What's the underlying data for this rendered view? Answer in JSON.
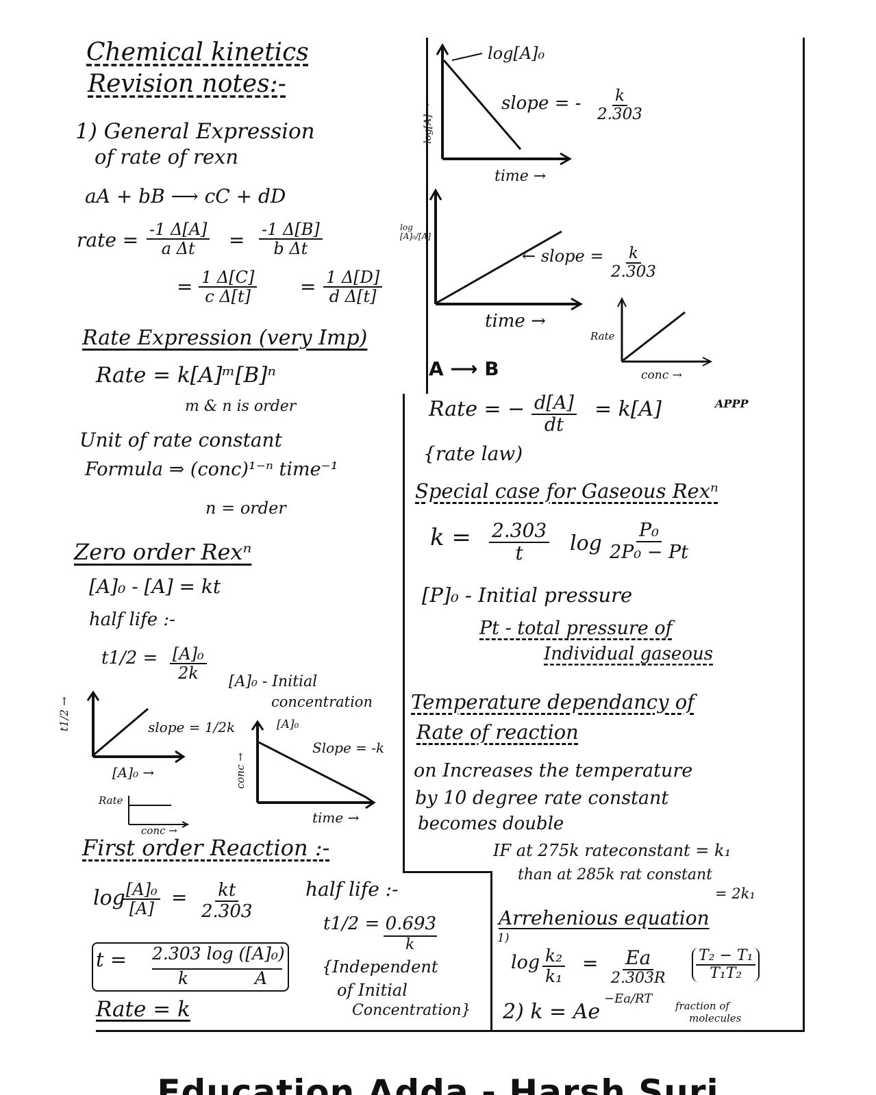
{
  "left": {
    "title_1": "Chemical kinetics",
    "title_2": "Revision notes:-",
    "sec1_line1": "1) General Expression",
    "sec1_line2": "of rate of rexn",
    "reaction": "aA + bB ⟶ cC + dD",
    "rate_prefix": "rate =",
    "rate_frac1_num": "-1 Δ[A]",
    "rate_frac1_den": "a Δt",
    "rate_frac2_num": "-1 Δ[B]",
    "rate_frac2_den": "b Δt",
    "rate_frac3_num": "1 Δ[C]",
    "rate_frac3_den": "c Δ[t]",
    "rate_frac4_num": "1 Δ[D]",
    "rate_frac4_den": "d Δ[t]",
    "eq_sign": "=",
    "rate_expr_heading": "Rate Expression (very Imp)",
    "rate_expr": "Rate = k[A]ᵐ[B]ⁿ",
    "order_note": "m & n is order",
    "unit_heading": "Unit of rate constant",
    "unit_formula": "Formula ⇒ (conc)¹⁻ⁿ time⁻¹",
    "n_order": "n = order",
    "zero_heading": "Zero order Rexⁿ",
    "zero_eq": "[A]₀ - [A] = kt",
    "half_life": "half life :-",
    "t_half": "t1/2 =",
    "t_half_num": "[A]₀",
    "t_half_den": "2k",
    "initial_note_1": "[A]₀ - Initial",
    "initial_note_2": "concentration",
    "g1_ylabel": "t1/2 →",
    "g1_slope": "slope = 1/2k",
    "g1_xlabel": "[A]₀ →",
    "g2_top": "[A]₀",
    "g2_ylabel": "conc →",
    "g2_slope": "Slope = -k",
    "g2_xlabel": "time →",
    "g3_ylabel": "Rate",
    "g3_xlabel": "conc →",
    "first_heading": "First order Reaction :-",
    "log_prefix": "log",
    "first_log_num": "[A]₀",
    "first_log_den": "[A]",
    "first_rhs_num": "kt",
    "first_rhs_den": "2.303",
    "t_eq_prefix": "t =",
    "t_eq_num": "2.303 log ([A]₀)",
    "t_eq_den_left": "k",
    "t_eq_den_right": "A",
    "rate_k": "Rate = k"
  },
  "middle": {
    "half_life": "half life :-",
    "t_half": "t1/2 = 0.693",
    "t_half_den": "k",
    "indep_1": "{Independent",
    "indep_2": "of Initial",
    "indep_3": "Concentration}"
  },
  "right": {
    "g1_top": "log[A]₀",
    "g1_ylabel": "log[A] →",
    "g1_slope_prefix": "slope = -",
    "g1_slope_num": "k",
    "g1_slope_den": "2.303",
    "g1_xlabel": "time →",
    "g2_ylabel": "log [A]₀/[A]",
    "g2_slope_prefix": "← slope =",
    "g2_slope_num": "k",
    "g2_slope_den": "2.303",
    "g2_xlabel": "time →",
    "g3_ylabel": "Rate",
    "g3_xlabel": "conc →",
    "ab_reaction": "A ⟶ B",
    "rate_law_prefix": "Rate = −",
    "rate_law_num": "d[A]",
    "rate_law_den": "dt",
    "rate_law_rhs": "= k[A]",
    "app": "APPP",
    "rate_law_note": "{rate law)",
    "gas_heading": "Special case for Gaseous Rexⁿ",
    "gas_k": "k =",
    "gas_frac_num": "2.303",
    "gas_frac_den": "t",
    "gas_log": "log",
    "gas_log_num": "P₀",
    "gas_log_den": "2P₀ − Pt",
    "p0_note": "[P]₀ - Initial pressure",
    "pt_note_1": "Pt - total pressure of",
    "pt_note_2": "Individual gaseous",
    "temp_heading_1": "Temperature dependancy of",
    "temp_heading_2": "Rate of reaction",
    "temp_text_1": "on Increases the temperature",
    "temp_text_2": "by 10 degree rate constant",
    "temp_text_3": "becomes double",
    "temp_ex_1": "IF at 275k rateconstant = k₁",
    "temp_ex_2": "than at 285k rat constant",
    "temp_ex_3": "= 2k₁",
    "arr_heading": "Arrehenious equation",
    "arr_1": "1)",
    "arr_log": "log",
    "arr_k_num": "k₂",
    "arr_k_den": "k₁",
    "arr_eq": "=",
    "arr_ea_num": "Ea",
    "arr_ea_den": "2.303R",
    "arr_t_num": "T₂ − T₁",
    "arr_t_den": "T₁T₂",
    "arr_2": "2) k = Ae",
    "arr_exp": "−Ea/RT",
    "arr_fraction_1": "fraction of",
    "arr_fraction_2": "molecules"
  },
  "footer": {
    "brand": "Education Adda - Harsh Suri"
  }
}
